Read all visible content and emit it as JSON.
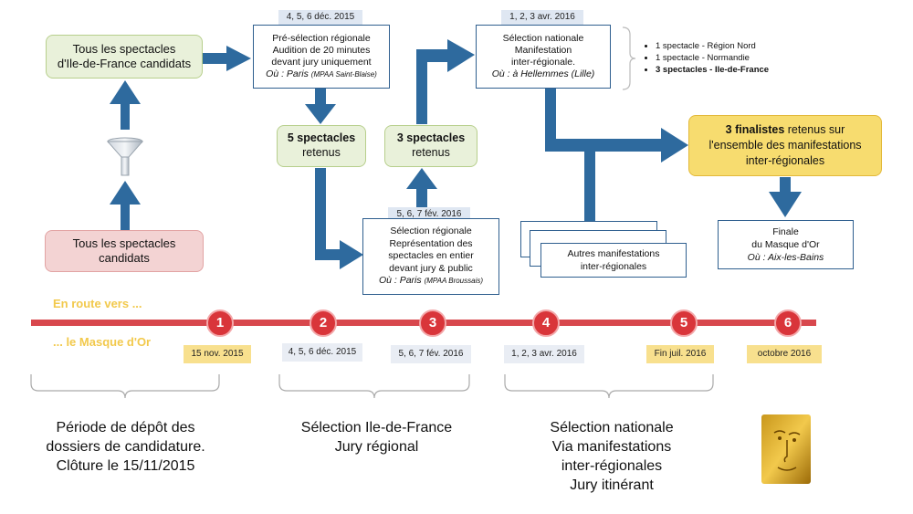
{
  "boxes": {
    "idf_candidates": {
      "line1": "Tous les spectacles",
      "line2": "d'Ile-de-France candidats"
    },
    "all_candidates": {
      "line1": "Tous les spectacles",
      "line2": "candidats"
    },
    "preselection": {
      "date": "4, 5, 6 déc. 2015",
      "line1": "Pré-sélection régionale",
      "line2": "Audition de 20 minutes",
      "line3": "devant jury uniquement",
      "where_label": "Où : Paris",
      "where_detail": "(MPAA Saint-Blaise)"
    },
    "five_retained": {
      "bold": "5 spectacles",
      "rest": "retenus"
    },
    "three_retained": {
      "bold": "3 spectacles",
      "rest": "retenus"
    },
    "regional": {
      "date": "5, 6, 7 fév. 2016",
      "line1": "Sélection régionale",
      "line2": "Représentation des",
      "line3": "spectacles en entier",
      "line4": "devant jury & public",
      "where_label": "Où : Paris",
      "where_detail": "(MPAA Broussais)"
    },
    "national": {
      "date": "1, 2, 3 avr. 2016",
      "line1": "Sélection nationale",
      "line2": "Manifestation",
      "line3": "inter-régionale.",
      "where": "Où : à Hellemmes (Lille)"
    },
    "finalists": {
      "bold": "3 finalistes",
      "rest1": " retenus sur",
      "line2": "l'ensemble des manifestations",
      "line3": "inter-régionales"
    },
    "other_events": {
      "line1": "Autres manifestations",
      "line2": "inter-régionales"
    },
    "final": {
      "line1": "Finale",
      "line2": "du Masque d'Or",
      "where": "Où : Aix-les-Bains"
    }
  },
  "side_list": [
    "1 spectacle - Région Nord",
    "1 spectacle - Normandie",
    "3 spectacles - Ile-de-France"
  ],
  "route": {
    "line1": "En route vers ...",
    "line2": "... le Masque d'Or"
  },
  "timeline": [
    {
      "n": "1",
      "date": "15 nov. 2015"
    },
    {
      "n": "2",
      "date": "4, 5, 6 déc. 2015"
    },
    {
      "n": "3",
      "date": "5, 6, 7 fév. 2016"
    },
    {
      "n": "4",
      "date": "1, 2, 3 avr. 2016"
    },
    {
      "n": "5",
      "date": "Fin juil. 2016"
    },
    {
      "n": "6",
      "date": "octobre 2016"
    }
  ],
  "phases": [
    {
      "l1": "Période de dépôt des",
      "l2": "dossiers de candidature.",
      "l3": "Clôture le 15/11/2015"
    },
    {
      "l1": "Sélection Ile-de-France",
      "l2": "Jury régional"
    },
    {
      "l1": "Sélection nationale",
      "l2": "Via manifestations",
      "l3": "inter-régionales",
      "l4": "Jury itinérant"
    }
  ],
  "colors": {
    "arrow": "#2e6a9e",
    "timeline": "#d8474d",
    "green": "#e9f1da",
    "pink": "#f3d3d3",
    "gold": "#f7dc6f",
    "route": "#f2c94c"
  },
  "icons": {
    "funnel": "funnel-icon",
    "mask": "golden-mask-icon"
  }
}
